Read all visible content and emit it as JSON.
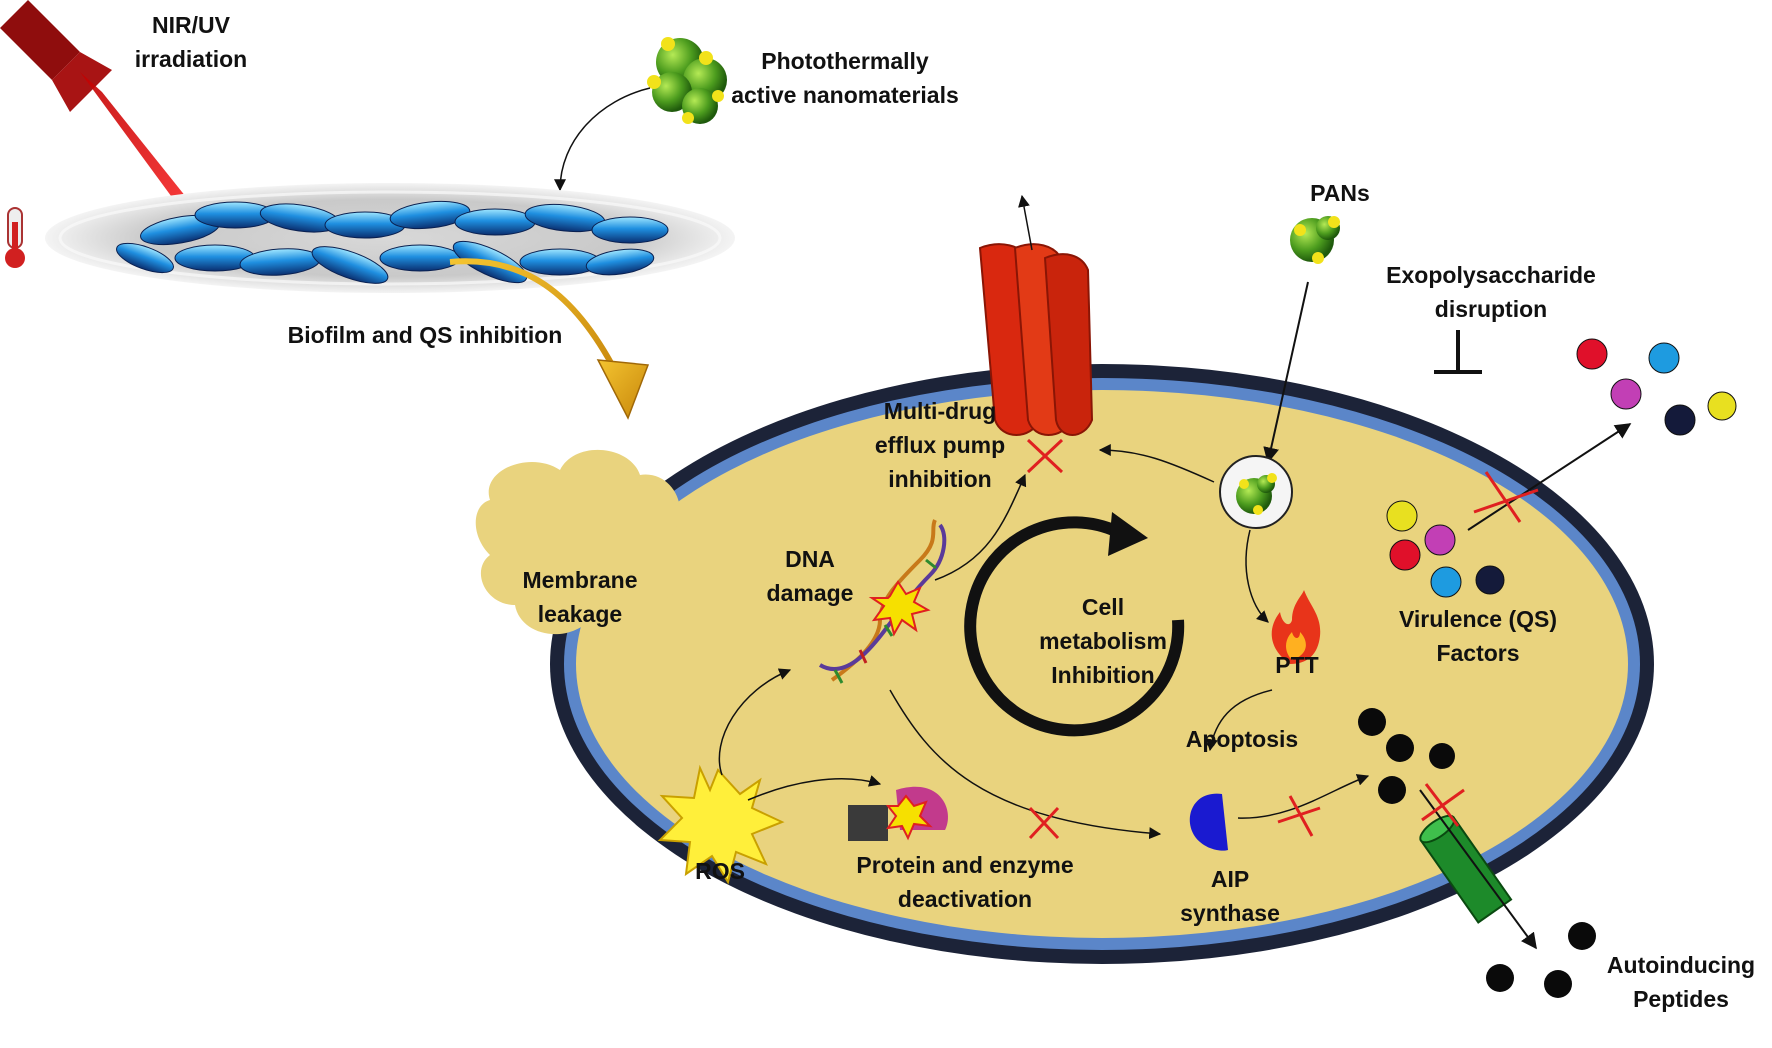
{
  "labels": {
    "irradiation": [
      "NIR/UV",
      "irradiation"
    ],
    "nanomaterials": [
      "Photothermally",
      "active nanomaterials"
    ],
    "biofilm": "Biofilm and QS inhibition",
    "pans": "PANs",
    "exopolysaccharide": [
      "Exopolysaccharide",
      "disruption"
    ],
    "efflux": [
      "Multi-drug",
      "efflux pump",
      "inhibition"
    ],
    "membrane": [
      "Membrane",
      "leakage"
    ],
    "dna": [
      "DNA",
      "damage"
    ],
    "metabolism": [
      "Cell",
      "metabolism",
      "Inhibition"
    ],
    "ptt": "PTT",
    "virulence": [
      "Virulence (QS)",
      "Factors"
    ],
    "apoptosis": "Apoptosis",
    "ros": "ROS",
    "protein": [
      "Protein and enzyme",
      "deactivation"
    ],
    "aip": [
      "AIP",
      "synthase"
    ],
    "autoinducing": [
      "Autoinducing",
      "Peptides"
    ]
  },
  "colors": {
    "cytoplasm": "#e9d37e",
    "membrane_inner": "#5b86c9",
    "membrane_outer": "#1c2338",
    "laser": "#d40000",
    "efflux_pump": "#d9280f",
    "virulence_red": "#e0102a",
    "virulence_blue": "#1e9be0",
    "virulence_magenta": "#c23fb5",
    "virulence_navy": "#141a3a",
    "virulence_yellow": "#e8e020",
    "inhibition_cross": "#e02020",
    "channel_green": "#1d8a2a"
  }
}
